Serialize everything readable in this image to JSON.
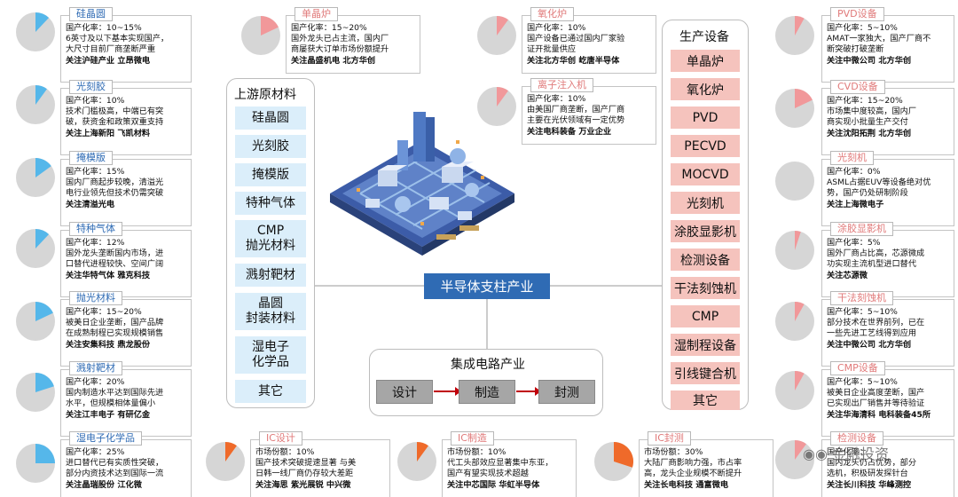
{
  "center": {
    "label": "半导体支柱产业"
  },
  "upstream": {
    "title": "上游原材料",
    "items": [
      "硅晶圆",
      "光刻胶",
      "掩模版",
      "特种气体",
      "CMP\n抛光材料",
      "溅射靶材",
      "晶圆\n封装材料",
      "湿电子\n化学品",
      "其它"
    ]
  },
  "equipment": {
    "title": "生产设备",
    "items": [
      "单晶炉",
      "氧化炉",
      "PVD",
      "PECVD",
      "MOCVD",
      "光刻机",
      "涂胶显影机",
      "检测设备",
      "干法刻蚀机",
      "CMP",
      "湿制程设备",
      "引线键合机",
      "其它"
    ]
  },
  "ic": {
    "title": "集成电路产业",
    "steps": [
      "设计",
      "制造",
      "封测"
    ]
  },
  "cards": {
    "wafer": {
      "title": "硅晶圆",
      "pie": 0.12,
      "lines": [
        "国产化率：10~15%",
        "6英寸及以下基本实现国产，",
        "大尺寸目前厂商垄断严重",
        "关注沪硅产业 立昂微电"
      ]
    },
    "photoresist": {
      "title": "光刻胶",
      "pie": 0.1,
      "lines": [
        "国产化率：10%",
        "技术门槛极高，中端已有突",
        "破，获资金和政策双重支持",
        "关注上海新阳 飞凯材料"
      ]
    },
    "mask": {
      "title": "掩模版",
      "pie": 0.15,
      "lines": [
        "国产化率：15%",
        "国内厂商起步较晚，清溢光",
        "电行业领先但技术仍需突破",
        "关注清溢光电"
      ]
    },
    "gas": {
      "title": "特种气体",
      "pie": 0.12,
      "lines": [
        "国产化率：12%",
        "国外龙头垄断国内市场，进",
        "口替代进程较快、空间广阔",
        "关注华特气体 雅克科技"
      ]
    },
    "cmp_mat": {
      "title": "抛光材料",
      "pie": 0.18,
      "lines": [
        "国产化率：15~20%",
        "被美日企业垄断，国产品牌",
        "在成熟制程已实现规模销售",
        "关注安集科技 鼎龙股份"
      ]
    },
    "target": {
      "title": "溅射靶材",
      "pie": 0.2,
      "lines": [
        "国产化率：20%",
        "国内制造水平达到国际先进",
        "水平，但规模相体量偏小",
        "关注江丰电子 有研亿金"
      ]
    },
    "wet_chem": {
      "title": "湿电子化学品",
      "pie": 0.25,
      "lines": [
        "国产化率：25%",
        "进口替代已有实质性突破，",
        "部分内资技术达到国际一流",
        "关注晶瑞股份 江化微"
      ]
    },
    "crystal": {
      "title": "单晶炉",
      "pie": 0.18,
      "lines": [
        "国产化率：15~20%",
        "国外龙头已占主流，国内厂",
        "商屡获大订单市场份额提升",
        "关注晶盛机电 北方华创"
      ]
    },
    "oxidation": {
      "title": "氧化炉",
      "pie": 0.1,
      "lines": [
        "国产化率：10%",
        "国产设备已通过国内厂家验",
        "证开批量供应",
        "关注北方华创 屹唐半导体"
      ]
    },
    "implant": {
      "title": "离子注入机",
      "pie": 0.1,
      "lines": [
        "国产化率：10%",
        "由美国厂商垄断，国产厂商",
        "主要在光伏领域有一定优势",
        "关注电科装备 万业企业"
      ]
    },
    "pvd": {
      "title": "PVD设备",
      "pie": 0.08,
      "lines": [
        "国产化率：5~10%",
        "AMAT一家独大，国产厂商不",
        "断突破打破垄断",
        "关注中微公司 北方华创"
      ]
    },
    "cvd": {
      "title": "CVD设备",
      "pie": 0.18,
      "lines": [
        "国产化率：15~20%",
        "市场集中度较高，国内厂",
        "商实现小批量生产交付",
        "关注沈阳拓荆 北方华创"
      ]
    },
    "litho": {
      "title": "光刻机",
      "pie": 0.0,
      "lines": [
        "国产化率：0%",
        "ASML占据EUV等设备绝对优",
        "势，国产仍处研制阶段",
        "关注上海微电子"
      ]
    },
    "coater": {
      "title": "涂胶显影机",
      "pie": 0.05,
      "lines": [
        "国产化率：5%",
        "国外厂商占比高，芯源微成",
        "功实现主流机型进口替代",
        "关注芯源微"
      ]
    },
    "etch": {
      "title": "干法刻蚀机",
      "pie": 0.08,
      "lines": [
        "国产化率：5~10%",
        "部分技术在世界前列，已在",
        "一些先进工艺线得到应用",
        "关注中微公司 北方华创"
      ]
    },
    "cmp_eq": {
      "title": "CMP设备",
      "pie": 0.08,
      "lines": [
        "国产化率：5~10%",
        "被美日企业高度垄断，国产",
        "已实现出厂销售并等待验证",
        "关注华海清科 电科装备45所"
      ]
    },
    "inspect": {
      "title": "检测设备",
      "pie": 0.1,
      "lines": [
        "国产化率：",
        "国内龙头仍占优势，部分",
        "选机，积极研发探针台",
        "关注长川科技 华峰测控"
      ]
    },
    "ic_design": {
      "title": "IC设计",
      "pie": 0.1,
      "lines": [
        "市场份额：10%",
        "国产技术突破提速显著 与美",
        "日韩一线厂商仍存较大差距",
        "关注海思 紫光展锐 中兴微"
      ]
    },
    "ic_fab": {
      "title": "IC制造",
      "pie": 0.1,
      "lines": [
        "市场份额：10%",
        "代工头部效应显著集中东亚，",
        "国产有望实现技术超越",
        "关注中芯国际 华虹半导体"
      ]
    },
    "ic_pack": {
      "title": "IC封测",
      "pie": 0.3,
      "lines": [
        "市场份额：30%",
        "大陆厂商影响力强，市占率",
        "高，龙头企业规模不断提升",
        "关注长电科技 通富微电"
      ]
    }
  },
  "colors": {
    "pie_blue": "#55b7ea",
    "pie_red": "#f1989a",
    "pie_orange": "#ef6a2a",
    "pie_gray": "#d6d6d6",
    "accent": "#2f6bb4"
  },
  "watermark": "金融投资",
  "watermark_icon": "wechat-icon"
}
